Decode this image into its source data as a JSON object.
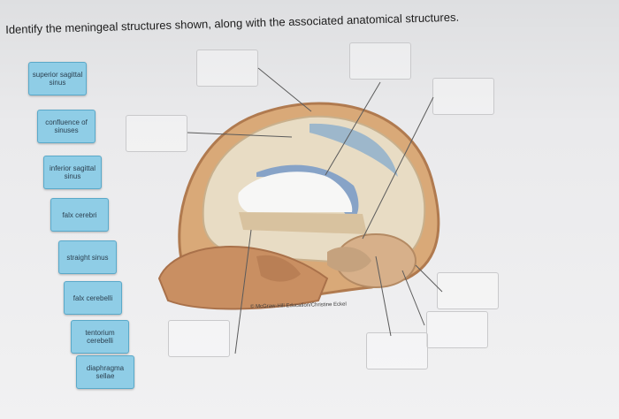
{
  "question": "Identify the meningeal structures shown, along with the associated anatomical structures.",
  "labels": [
    {
      "id": "superior-sagittal-sinus",
      "text": "superior sagittal sinus"
    },
    {
      "id": "confluence-of-sinuses",
      "text": "confluence of sinuses"
    },
    {
      "id": "inferior-sagittal-sinus",
      "text": "inferior sagittal sinus"
    },
    {
      "id": "falx-cerebri",
      "text": "falx cerebri"
    },
    {
      "id": "straight-sinus",
      "text": "straight sinus"
    },
    {
      "id": "falx-cerebelli",
      "text": "falx cerebelli"
    },
    {
      "id": "tentorium-cerebelli",
      "text": "tentorium cerebelli"
    },
    {
      "id": "diaphragma-sellae",
      "text": "diaphragma sellae"
    }
  ],
  "credit": "© McGraw-Hill Education/Christine Eckel"
}
